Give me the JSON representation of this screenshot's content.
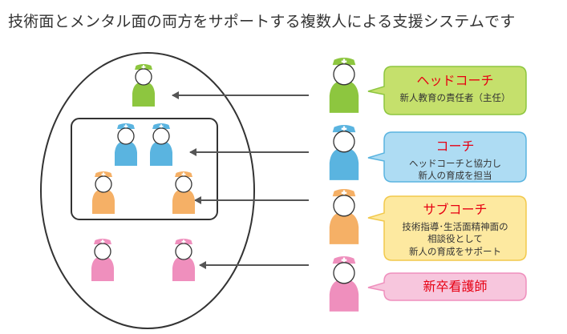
{
  "title": "技術面とメンタル面の両方をサポートする複数人による支援システムです",
  "roles": [
    {
      "key": "head_coach",
      "name": "ヘッドコーチ",
      "desc": [
        "新人教育の責任者（主任）"
      ],
      "color": "#8dc63f",
      "box_fill": "#c5e06c",
      "box_stroke": "#8dc63f",
      "name_color": "#e60012"
    },
    {
      "key": "coach",
      "name": "コーチ",
      "desc": [
        "ヘッドコーチと協力し",
        "新人の育成を担当"
      ],
      "color": "#5ab4e0",
      "box_fill": "#aedcf3",
      "box_stroke": "#5ab4e0",
      "name_color": "#e60012"
    },
    {
      "key": "sub_coach",
      "name": "サブコーチ",
      "desc": [
        "技術指導･生活面精神面の",
        "相談役として",
        "新人の育成をサポート"
      ],
      "color": "#f5b066",
      "box_fill": "#fde9a0",
      "box_stroke": "#f2c94c",
      "name_color": "#e60012"
    },
    {
      "key": "new_nurse",
      "name": "新卒看護師",
      "desc": [],
      "color": "#ef8fbd",
      "box_fill": "#f7c6dd",
      "box_stroke": "#ef8fbd",
      "name_color": "#e60012"
    }
  ]
}
